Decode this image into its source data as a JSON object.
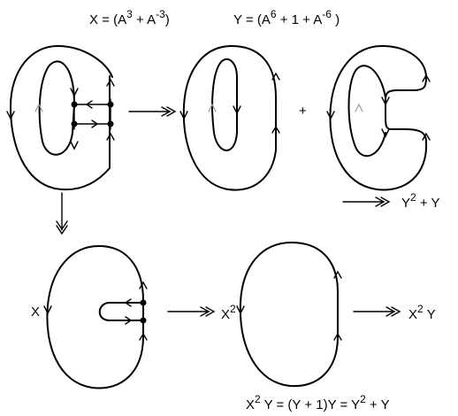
{
  "definitions": {
    "x_def": {
      "lhs": "X = (A",
      "e1": "3",
      "mid": " + A",
      "e2": "-3",
      "rhs": ")"
    },
    "y_def": {
      "lhs": "Y = (A",
      "e1": "6",
      "mid": " + 1 + A",
      "e2": "-6",
      "rhs": " )"
    }
  },
  "operators": {
    "plus": "+"
  },
  "results": {
    "top_right": {
      "base": "Y",
      "exp": "2",
      "tail": " + Y"
    },
    "bottom_left_label": "X",
    "middle": {
      "base": "X",
      "exp": "2"
    },
    "final": {
      "base": "X",
      "exp": "2",
      "tail": " Y"
    }
  },
  "equation": {
    "a_base": "X",
    "a_exp": "2",
    "a_tail": " Y = (Y + 1)Y = Y",
    "b_exp": "2",
    "b_tail": " + Y"
  }
}
